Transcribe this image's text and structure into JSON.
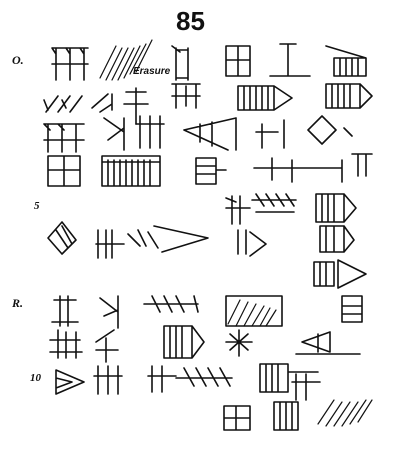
{
  "plate": {
    "number": "85"
  },
  "sides": {
    "obverse": "O.",
    "reverse": "R."
  },
  "line_numbers": {
    "five": "5",
    "ten": "10"
  },
  "annotations": {
    "erasure": "Erasure"
  },
  "colors": {
    "ink": "#111111",
    "paper": "#ffffff"
  }
}
